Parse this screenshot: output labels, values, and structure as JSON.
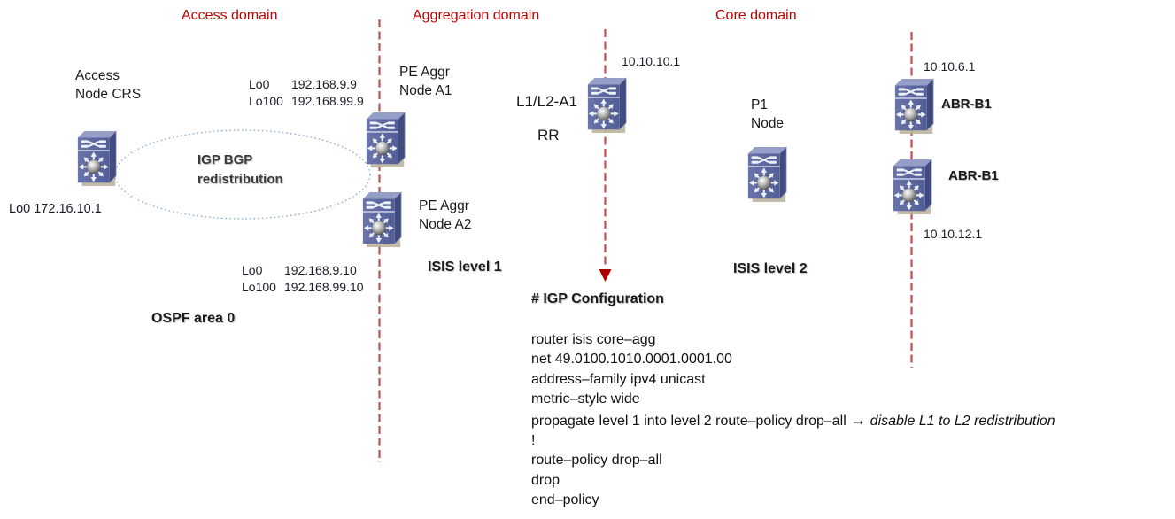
{
  "domains": {
    "access": {
      "title": "Access domain"
    },
    "aggregation": {
      "title": "Aggregation domain"
    },
    "core": {
      "title": "Core domain"
    }
  },
  "colors": {
    "domain_title": "#c00000",
    "divider_dash": "#c0504d",
    "divider_arrowhead": "#b00000",
    "ellipse_stroke": "#84aac8",
    "icon_front": "#5c68a0",
    "icon_top": "#959ec6",
    "icon_side": "#424b7d",
    "icon_shadow": "#bcb49b"
  },
  "nodes": {
    "access_crs": {
      "label": "Access\nNode CRS",
      "loopback": "Lo0 172.16.10.1"
    },
    "pe_aggr_a1": {
      "label": "PE Aggr\nNode A1",
      "loopbacks": [
        {
          "name": "Lo0",
          "ip": "192.168.9.9"
        },
        {
          "name": "Lo100",
          "ip": "192.168.99.9"
        }
      ]
    },
    "pe_aggr_a2": {
      "label": "PE Aggr\nNode A2",
      "loopbacks": [
        {
          "name": "Lo0",
          "ip": "192.168.9.10"
        },
        {
          "name": "Lo100",
          "ip": "192.168.99.10"
        }
      ]
    },
    "l1l2_a1": {
      "label": "L1/L2-A1",
      "sublabel": "RR",
      "ip": "10.10.10.1"
    },
    "p1": {
      "label": "P1\nNode"
    },
    "abr_b1_top": {
      "label": "ABR-B1",
      "ip": "10.10.6.1"
    },
    "abr_b1_bottom": {
      "label": "ABR-B1",
      "ip": "10.10.12.1"
    }
  },
  "annotations": {
    "ellipse_label": "IGP BGP\nredistribution",
    "ospf_area": "OSPF area 0",
    "isis_level1": "ISIS level 1",
    "isis_level2": "ISIS level 2"
  },
  "config": {
    "heading": "# IGP Configuration",
    "lines_before": [
      "router isis core–agg",
      "net 49.0100.1010.0001.0001.00",
      "address–family ipv4 unicast",
      "metric–style wide"
    ],
    "propagate": {
      "prefix": "propagate level 1 into level 2 route–policy drop–all ",
      "arrow": "→",
      "note": " disable L1 to L2 redistribution"
    },
    "lines_after": [
      "!",
      "route–policy drop–all",
      "drop",
      "end–policy"
    ]
  }
}
